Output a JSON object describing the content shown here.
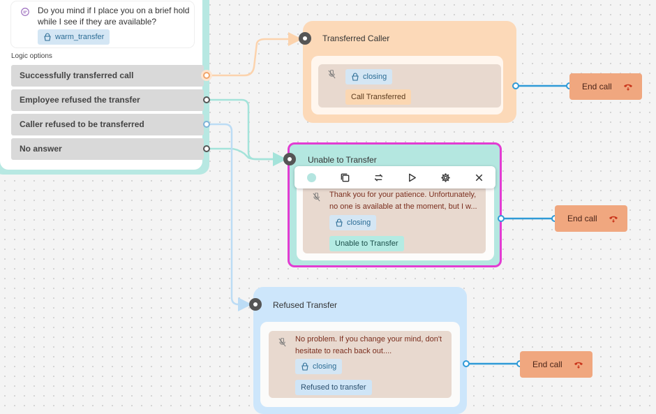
{
  "left_node": {
    "message": "Do you mind if I place you on a brief hold while I see if they are available?",
    "function_chip": "warm_transfer",
    "logic_label": "Logic options",
    "options": [
      "Successfully transferred call",
      "Employee refused the transfer",
      "Caller refused to be transferred",
      "No answer"
    ]
  },
  "transferred": {
    "title": "Transferred Caller",
    "function_chip": "closing",
    "tag": "Call Transferred",
    "end_label": "End call"
  },
  "unable": {
    "title": "Unable to Transfer",
    "message": "Thank you for your patience. Unfortunately, no one is available at the moment, but I w...",
    "function_chip": "closing",
    "tag": "Unable to Transfer",
    "end_label": "End call"
  },
  "refused": {
    "title": "Refused Transfer",
    "message": "No problem. If you change your mind, don't hesitate to reach back out....",
    "function_chip": "closing",
    "tag": "Refused to transfer",
    "end_label": "End call"
  },
  "toolbar": {
    "icons": [
      "color-dot",
      "duplicate-icon",
      "swap-icon",
      "play-icon",
      "gear-icon",
      "close-icon"
    ]
  },
  "colors": {
    "teal": "#b7e8e2",
    "peach": "#fcd9b8",
    "light_blue": "#cde6fb",
    "selection_magenta": "#e23cd2",
    "end_call": "#f0a77f",
    "wire_blue": "#2f9ad7"
  }
}
